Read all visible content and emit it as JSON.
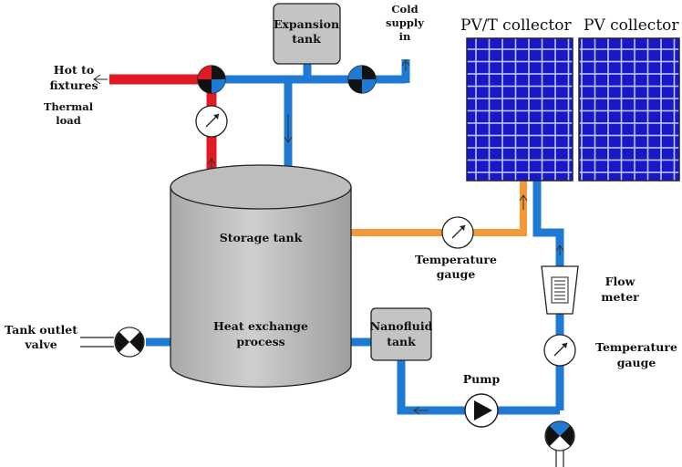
{
  "labels": {
    "expansion_tank": [
      "Expansion",
      "tank"
    ],
    "cold_supply": [
      "Cold",
      "supply",
      "in"
    ],
    "pvt_collector": "PV/T collector",
    "pv_collector": "PV collector",
    "hot_to_fixtures": [
      "Hot to",
      "fixtures"
    ],
    "thermal_load": [
      "Thermal",
      "load"
    ],
    "storage_tank": "Storage tank",
    "heat_exchange": [
      "Heat exchange",
      "process"
    ],
    "temperature_gauge_top": [
      "Temperature",
      "gauge"
    ],
    "flow_meter": [
      "Flow",
      "meter"
    ],
    "tank_outlet_valve": [
      "Tank outlet",
      "valve"
    ],
    "nanofluid_tank": [
      "Nanofluid",
      "tank"
    ],
    "pump": "Pump",
    "temperature_gauge_right": [
      "Temperature",
      "gauge"
    ]
  },
  "colors": {
    "cold_pipe": "#1f7ad4",
    "hot_pipe": "#e01b24",
    "collector_pipe": "#f29a38",
    "tank_gray": "#bfbfbf",
    "panel_blue": "#1a1acc"
  }
}
